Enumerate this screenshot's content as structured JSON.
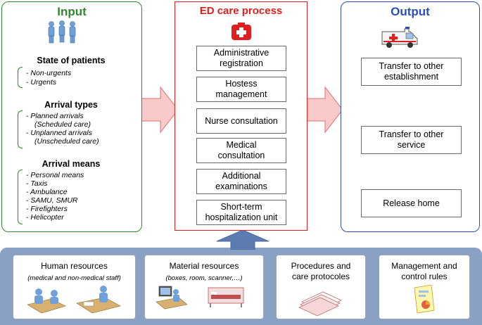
{
  "input": {
    "title": "Input",
    "state_title": "State of patients",
    "state_items": [
      "- Non-urgents",
      "- Urgents"
    ],
    "arrival_types_title": "Arrival types",
    "arrival_types_items": [
      "- Planned arrivals",
      "(Scheduled care)",
      "- Unplanned arrivals",
      "(Unscheduled care)"
    ],
    "arrival_means_title": "Arrival means",
    "arrival_means_items": [
      "- Personal means",
      "- Taxis",
      "- Ambulance",
      "- SAMU, SMUR",
      "- Firefighters",
      "- Helicopter"
    ]
  },
  "process": {
    "title": "ED care process",
    "steps": [
      {
        "line1": "Administrative",
        "line2": "registration"
      },
      {
        "line1": "Hostess",
        "line2": "management"
      },
      {
        "line1": "Nurse consultation",
        "line2": ""
      },
      {
        "line1": "Medical",
        "line2": "consultation"
      },
      {
        "line1": "Additional",
        "line2": "examinations"
      },
      {
        "line1": "Short-term",
        "line2": "hospitalization unit"
      }
    ]
  },
  "output": {
    "title": "Output",
    "items": [
      {
        "line1": "Transfer to other",
        "line2": "establishment"
      },
      {
        "line1": "Transfer to other",
        "line2": "service"
      },
      {
        "line1": "Release home",
        "line2": ""
      }
    ]
  },
  "resources": [
    {
      "line1": "Human resources",
      "line2": "",
      "sub": "(medical and non-medical staff)"
    },
    {
      "line1": "Material resources",
      "line2": "",
      "sub": "(boxes, room, scanner,…)"
    },
    {
      "line1": "Procedures and",
      "line2": "care protocoles",
      "sub": ""
    },
    {
      "line1": "Management and",
      "line2": "control rules",
      "sub": ""
    }
  ],
  "colors": {
    "input": "#2f8a2f",
    "process": "#e02020",
    "output": "#2b4fb8",
    "arrow_fill": "#f7c9c9",
    "arrow_stroke": "#e07070",
    "resources_bg": "#8aa0c4",
    "up_arrow": "#5c7bb0"
  },
  "icons": [
    "people-icon",
    "red-cross-icon",
    "ambulance-icon",
    "staff-icon",
    "equipment-icon",
    "documents-icon",
    "chart-icon"
  ]
}
